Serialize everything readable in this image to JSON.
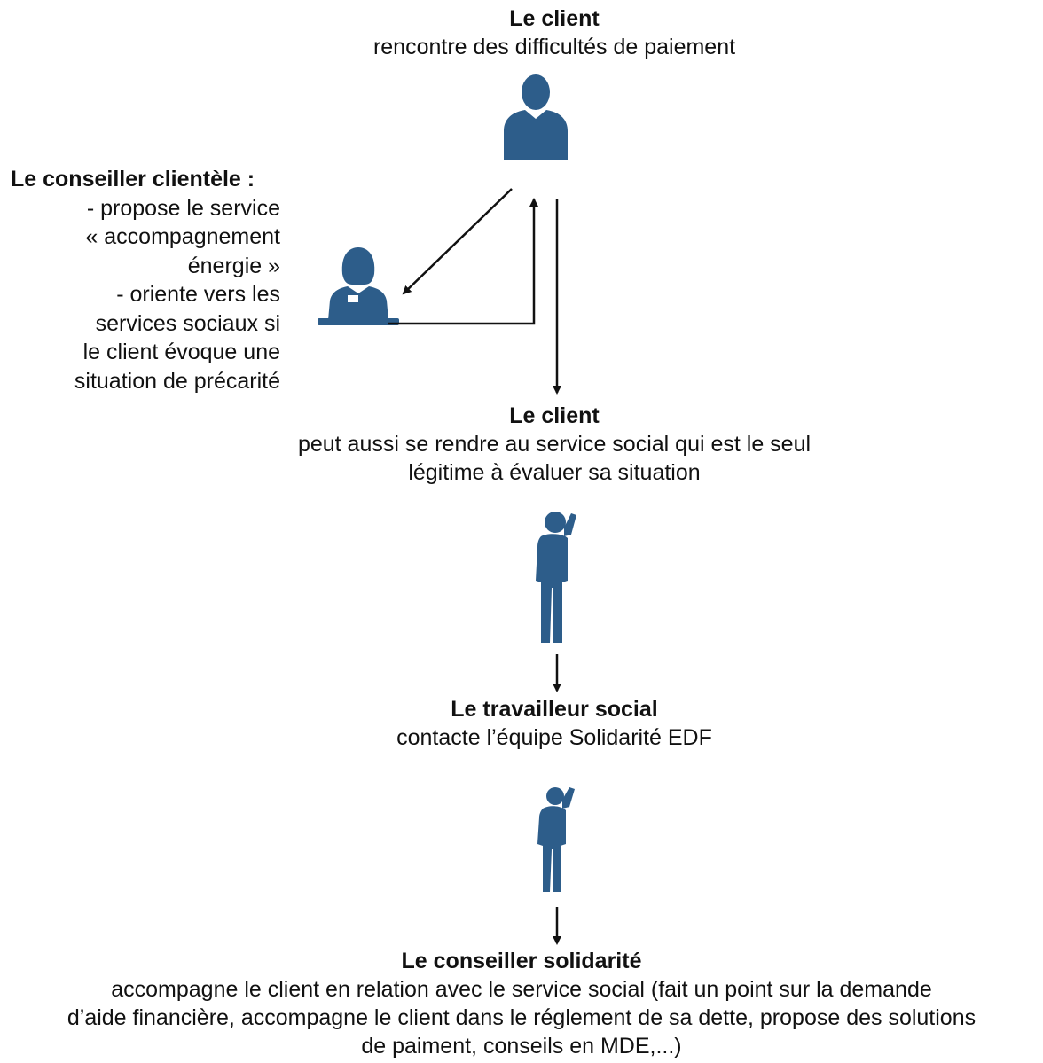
{
  "steps": {
    "client_1": {
      "title": "Le client",
      "lines": [
        "rencontre des difficultés de paiement"
      ]
    },
    "advisor": {
      "title": "Le conseiller clientèle :",
      "lines": [
        "- propose le service",
        "« accompagnement",
        "énergie »",
        "- oriente vers les",
        "services sociaux si",
        "le client évoque une",
        "situation de précarité"
      ]
    },
    "client_2": {
      "title": "Le client",
      "lines": [
        "peut aussi se rendre au service social qui est le seul",
        "légitime à évaluer sa situation"
      ]
    },
    "social_worker": {
      "title": "Le travailleur social",
      "lines": [
        "contacte l’équipe Solidarité EDF"
      ]
    },
    "solidarity_advisor": {
      "title": "Le conseiller solidarité",
      "lines": [
        "accompagne le client en relation avec le service social (fait un point sur la demande",
        "d’aide financière, accompagne le client dans le réglement de sa dette, propose des solutions",
        "de paiment, conseils en MDE,...)"
      ]
    }
  },
  "icons": {
    "client": "person-bust-icon",
    "advisor": "advisor-desk-icon",
    "client_phone": "person-phone-icon",
    "social_worker": "person-phone-icon"
  },
  "colors": {
    "icon": "#2d5d8a",
    "arrow": "#111111",
    "text": "#111111"
  }
}
